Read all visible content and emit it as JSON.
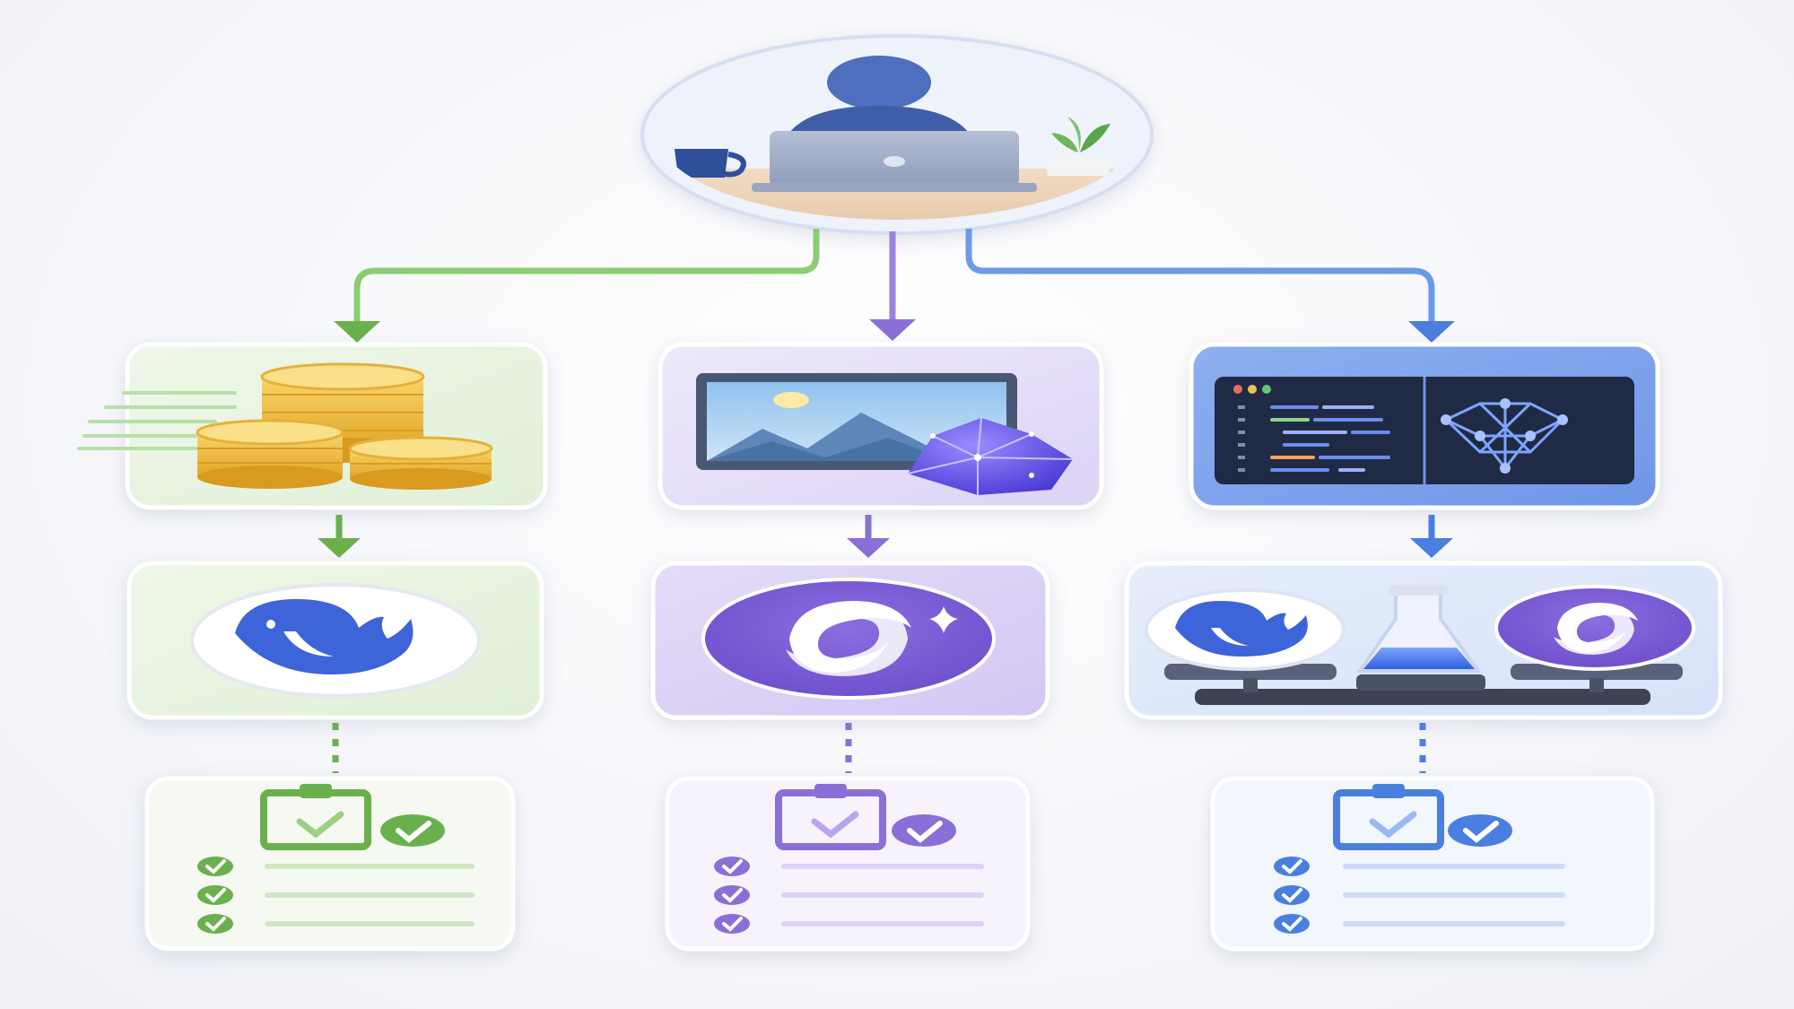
{
  "diagram": {
    "root": {
      "name": "user-at-laptop",
      "icon": "person-laptop-icon"
    },
    "branches": [
      {
        "id": "cost",
        "color": "#6ab04c",
        "task_icon": "gold-coins-icon",
        "model_icon": "deepseek-whale-icon",
        "result_icon": "checklist-clipboard-icon",
        "checks": 3
      },
      {
        "id": "multimodal",
        "color": "#8a6fd6",
        "task_icon": "image-crystal-icon",
        "model_icon": "gemini-swirl-icon",
        "result_icon": "checklist-clipboard-icon",
        "checks": 3
      },
      {
        "id": "code",
        "color": "#4a7fe0",
        "task_icon": "code-editor-graph-icon",
        "model_icon": "model-comparison-scale-icon",
        "result_icon": "checklist-clipboard-icon",
        "checks": 3
      }
    ]
  }
}
